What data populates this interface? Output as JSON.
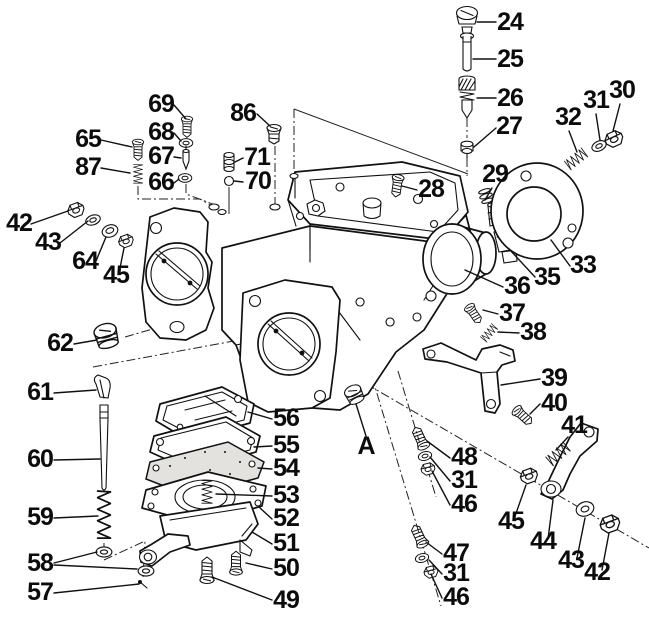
{
  "diagram": {
    "kind": "exploded parts diagram",
    "colors": {
      "line": "#111111",
      "background": "#ffffff"
    },
    "callouts": {
      "24": "24",
      "25": "25",
      "26": "26",
      "27": "27",
      "28": "28",
      "29": "29",
      "30": "30",
      "31": "31",
      "32": "32",
      "33": "33",
      "35": "35",
      "36": "36",
      "37": "37",
      "38": "38",
      "39": "39",
      "40": "40",
      "41": "41",
      "42": "42",
      "43": "43",
      "44": "44",
      "45": "45",
      "46": "46",
      "47": "47",
      "48": "48",
      "49": "49",
      "50": "50",
      "51": "51",
      "52": "52",
      "53": "53",
      "54": "54",
      "55": "55",
      "56": "56",
      "57": "57",
      "58": "58",
      "59": "59",
      "60": "60",
      "61": "61",
      "62": "62",
      "64": "64",
      "65": "65",
      "66": "66",
      "67": "67",
      "68": "68",
      "69": "69",
      "70": "70",
      "71": "71",
      "86": "86",
      "87": "87",
      "A": "A"
    }
  }
}
